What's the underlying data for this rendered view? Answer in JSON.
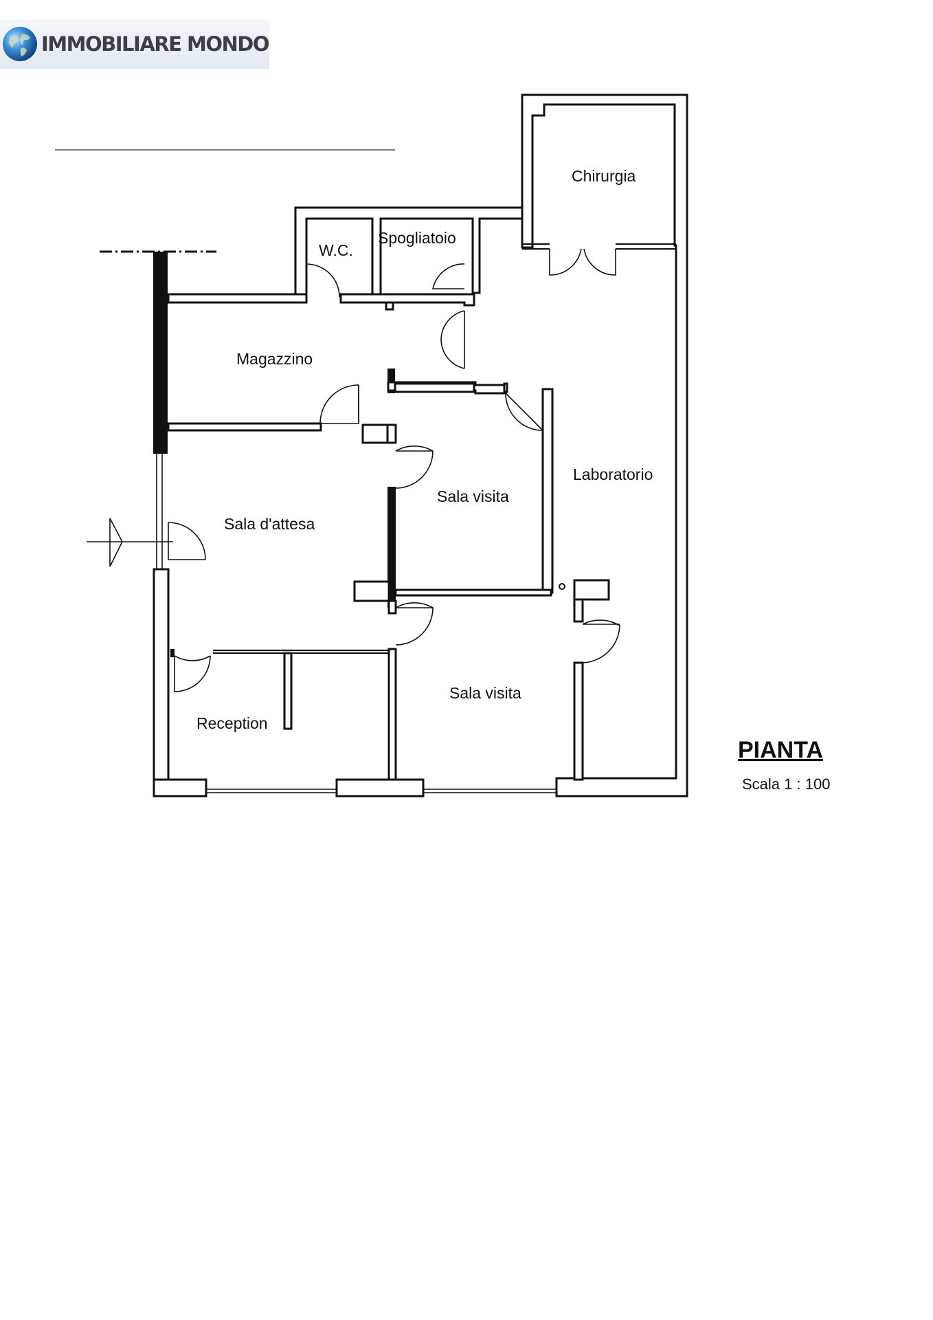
{
  "logo": {
    "text": "IMMOBILIARE MONDO",
    "icon": "globe-icon"
  },
  "plan": {
    "rooms": {
      "chirurgia": "Chirurgia",
      "wc": "W.C.",
      "spogliatoio": "Spogliatoio",
      "magazzino": "Magazzino",
      "laboratorio": "Laboratorio",
      "sala_visita_upper": "Sala visita",
      "sala_attesa": "Sala d'attesa",
      "sala_visita_lower": "Sala visita",
      "reception": "Reception"
    },
    "title": "PIANTA",
    "scale": "Scala 1 : 100"
  },
  "colors": {
    "ink": "#111111",
    "logo_text": "#3c3f44",
    "globe": "#2f7fc1"
  }
}
